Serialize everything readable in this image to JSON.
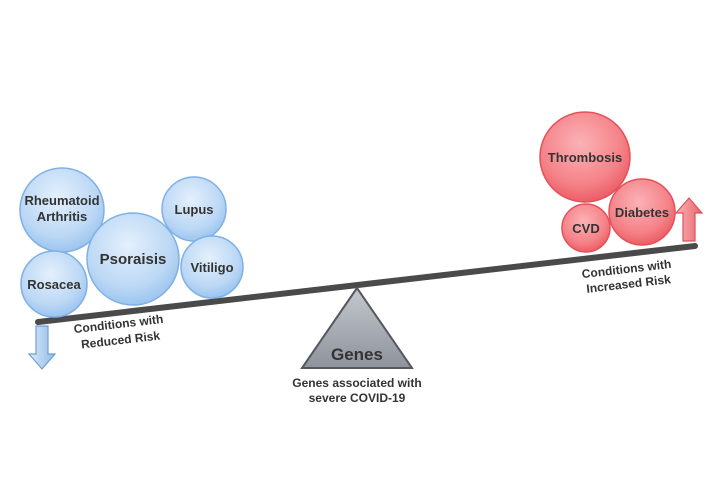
{
  "fulcrum": {
    "label": "Genes",
    "caption_line1": "Genes associated with",
    "caption_line2": "severe COVID-19"
  },
  "left_side": {
    "caption_line1": "Conditions with",
    "caption_line2": "Reduced Risk",
    "arrow_direction": "down",
    "color": "#a9cdf2",
    "bubbles": [
      {
        "line1": "Rheumatoid",
        "line2": "Arthritis"
      },
      {
        "line1": "Rosacea"
      },
      {
        "line1": "Psoraisis"
      },
      {
        "line1": "Lupus"
      },
      {
        "line1": "Vitiligo"
      }
    ]
  },
  "right_side": {
    "caption_line1": "Conditions with",
    "caption_line2": "Increased Risk",
    "arrow_direction": "up",
    "color": "#f4777d",
    "bubbles": [
      {
        "line1": "Thrombosis"
      },
      {
        "line1": "CVD"
      },
      {
        "line1": "Diabetes"
      }
    ]
  },
  "colors": {
    "beam": "#4a4a4a",
    "blue_fill": "#a9cdf2",
    "blue_stroke": "#7fb0e6",
    "red_fill": "#f4777d",
    "red_stroke": "#e65058",
    "fulcrum_fill": "#a7acb5"
  }
}
